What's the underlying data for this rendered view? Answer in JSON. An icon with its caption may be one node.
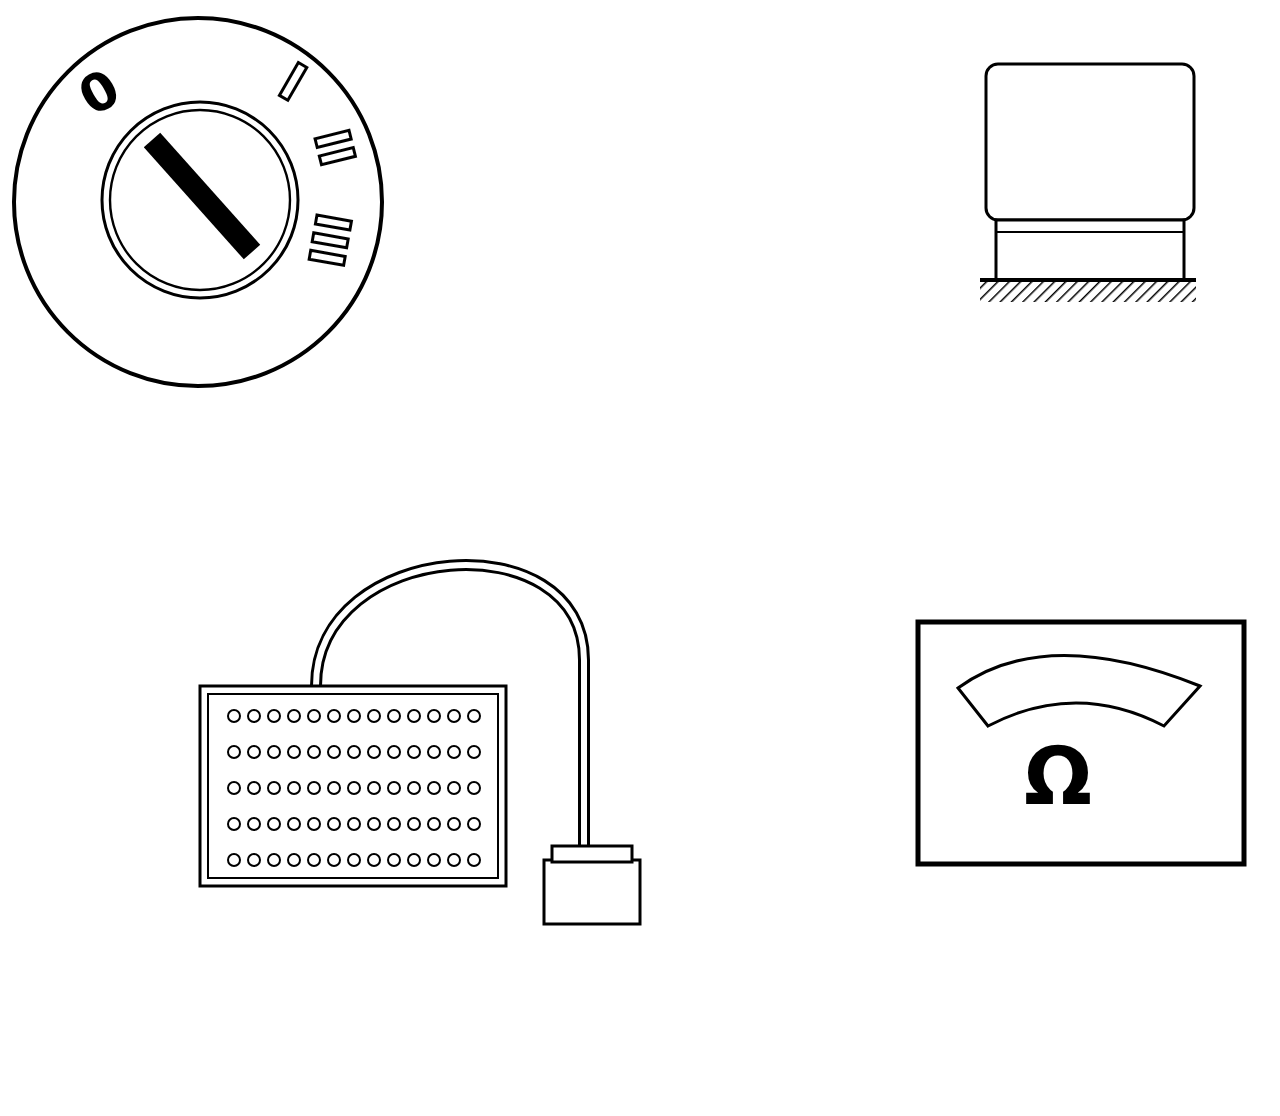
{
  "diagram": {
    "labels": [
      "0",
      "I",
      "II",
      "III",
      "Ω"
    ]
  }
}
